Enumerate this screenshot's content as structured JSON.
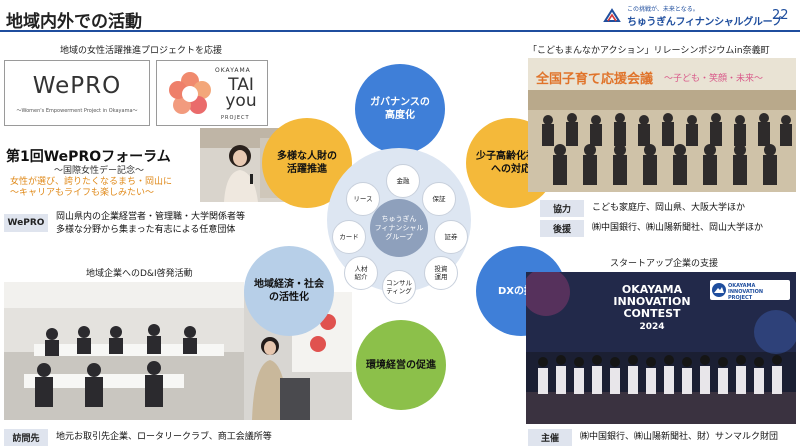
{
  "header": {
    "title": "地域内外での活動",
    "logo_tagline": "この挑戦が、未来となる。",
    "logo_name": "ちゅうぎんフィナンシャルグループ",
    "page_number": "22"
  },
  "top_left": {
    "heading": "地域の女性活躍推進プロジェクトを応援",
    "wepro_logo": "WePRO",
    "wepro_sub": "～Women's Empowerment Project in Okayama～",
    "tai_top": "OKAYAMA",
    "tai_name": "TAI you",
    "tai_project": "PROJECT"
  },
  "forum": {
    "title": "第1回WePROフォーラム",
    "subtitle": "～国際女性デー記念～",
    "catch1": "女性が選び、誇りたくなるまち・岡山に",
    "catch2": "～キャリアもライフも楽しみたい～",
    "tag": "WePRO",
    "desc1": "岡山県内の企業経営者・管理職・大学関係者等",
    "desc2": "多様な分野から集まった有志による任意団体"
  },
  "bottom_left": {
    "heading": "地域企業へのD&I啓発活動",
    "tag": "訪問先",
    "desc": "地元お取引先企業、ロータリークラブ、商工会議所等"
  },
  "top_right": {
    "heading": "「こどもまんなかアクション」リレーシンポジウムin奈義町",
    "banner_text": "全国子育て応援会議",
    "banner_sub": "～子ども・笑顔・未来～",
    "tag1": "協力",
    "desc1": "こども家庭庁、岡山県、大阪大学ほか",
    "tag2": "後援",
    "desc2": "㈱中国銀行、㈱山陽新聞社、岡山大学ほか"
  },
  "bottom_right": {
    "heading": "スタートアップ企業の支援",
    "contest_line1": "OKAYAMA",
    "contest_line2": "INNOVATION",
    "contest_line3": "CONTEST",
    "contest_year": "2024",
    "project_name": "OKAYAMA INNOVATION PROJECT",
    "tag": "主催",
    "desc": "㈱中国銀行、㈱山陽新聞社、財）サンマルク財団"
  },
  "diagram": {
    "center": "ちゅうぎん\nフィナンシャル\nグループ",
    "outer": {
      "governance": "ガバナンスの\n高度化",
      "aging": "少子高齢化社会\nへの対応",
      "dx": "DXの推進",
      "environment": "環境経営の促進",
      "economy": "地域経済・社会\nの活性化",
      "diversity": "多様な人財の\n活躍推進"
    },
    "inner": {
      "finance": "金融",
      "guarantee": "保証",
      "securities": "証券",
      "investment": "投資\n運用",
      "consulting": "コンサル\nティング",
      "staffing": "人材\n紹介",
      "card": "カード",
      "lease": "リース"
    },
    "colors": {
      "blue": "#3f7fd8",
      "yellow": "#f4b93a",
      "light_blue": "#b7cfe8",
      "green": "#8cc04a",
      "brand": "#1f4e9e"
    }
  }
}
